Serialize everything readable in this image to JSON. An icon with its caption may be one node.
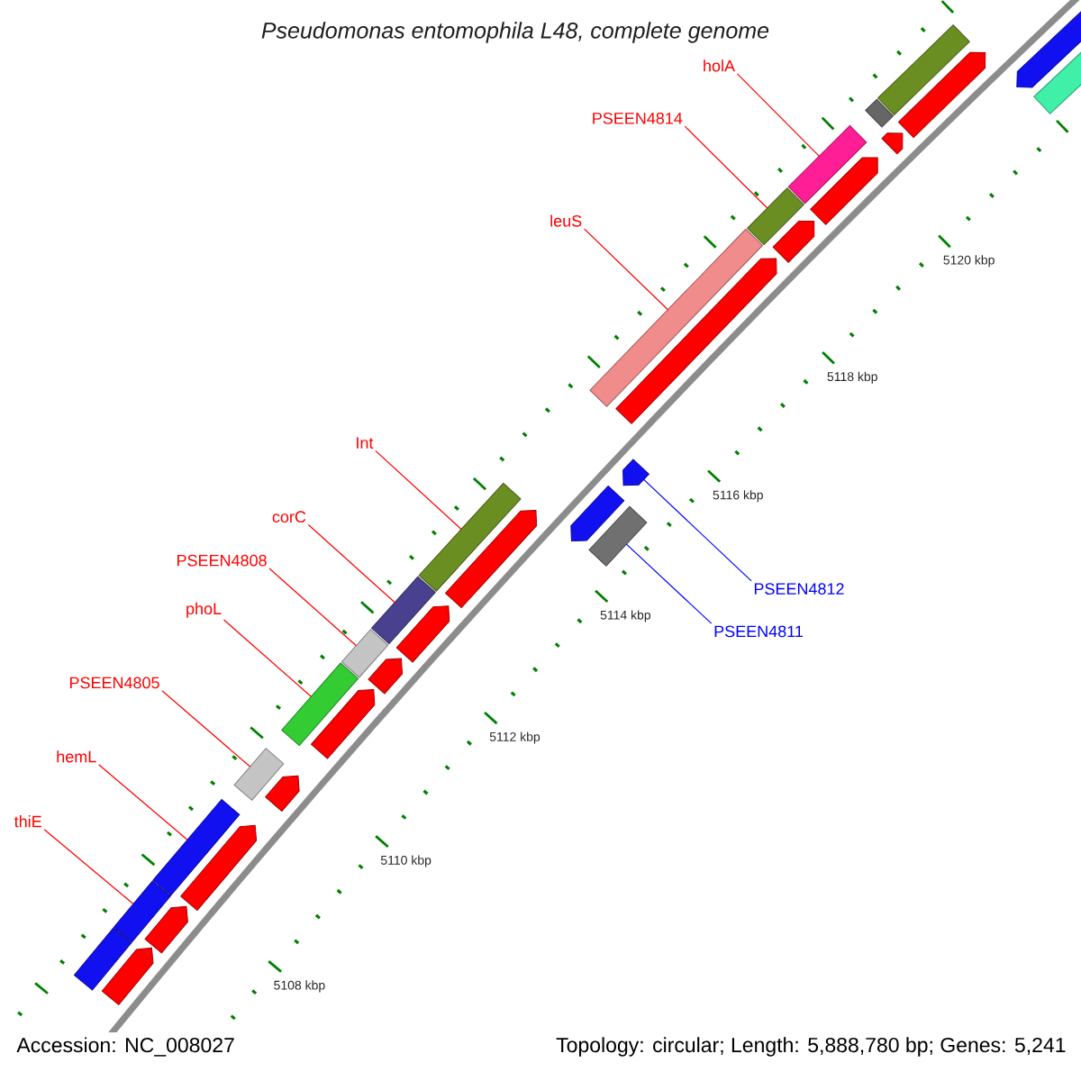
{
  "diagram": {
    "title": "Pseudomonas entomophila L48, complete genome",
    "nodes": [
      {
        "text": [
          "holA"
        ]
      },
      {
        "text": [
          "PSEEN4814"
        ]
      },
      {
        "text": [
          "leuS"
        ]
      },
      {
        "text": [
          "Int"
        ]
      },
      {
        "text": [
          "corC"
        ]
      },
      {
        "text": [
          "PSEEN4808"
        ]
      },
      {
        "text": [
          "PSEEN4812"
        ]
      },
      {
        "text": [
          "phoL"
        ]
      },
      {
        "text": [
          "PSEEN4811"
        ]
      },
      {
        "text": [
          "PSEEN4805"
        ]
      },
      {
        "text": [
          "hemL"
        ]
      },
      {
        "text": [
          "thiE"
        ]
      },
      {
        "text": [],
        "shape": "bar"
      },
      {
        "text": [],
        "shape": "bar"
      },
      {
        "text": [],
        "shape": "bar"
      },
      {
        "text": [],
        "shape": "bar"
      },
      {
        "text": [],
        "shape": "bar"
      },
      {
        "text": [],
        "shape": "bar"
      },
      {
        "text": [],
        "shape": "bar"
      },
      {
        "text": [],
        "shape": "bar"
      },
      {
        "text": [],
        "shape": "bar"
      },
      {
        "text": [],
        "shape": "bar"
      },
      {
        "text": [],
        "shape": "bar"
      },
      {
        "text": [],
        "shape": "bar"
      },
      {
        "text": [],
        "shape": "bar"
      },
      {
        "text": [],
        "shape": "pentagon"
      },
      {
        "text": [],
        "shape": "pentagon"
      },
      {
        "text": [],
        "shape": "pentagon"
      },
      {
        "text": [],
        "shape": "pentagon"
      },
      {
        "text": [],
        "shape": "pentagon"
      },
      {
        "text": [],
        "shape": "pentagon"
      },
      {
        "text": [],
        "shape": "pentagon"
      },
      {
        "text": [],
        "shape": "pentagon"
      },
      {
        "text": [],
        "shape": "pentagon"
      },
      {
        "text": [],
        "shape": "pentagon"
      },
      {
        "text": [],
        "shape": "pentagon"
      },
      {
        "text": [],
        "shape": "pentagon"
      },
      {
        "text": [],
        "shape": "pentagon"
      },
      {
        "text": [],
        "shape": "bar"
      },
      {
        "text": [],
        "shape": "pentagon"
      },
      {
        "text": [],
        "shape": "pentagon"
      },
      {
        "text": [],
        "shape": "pentagon"
      },
      {
        "text": [],
        "shape": "bar"
      }
    ],
    "edges": [
      {
        "from": 0,
        "to": 22,
        "arrow": "none"
      },
      {
        "from": 1,
        "to": 21,
        "arrow": "none"
      },
      {
        "from": 2,
        "to": 20,
        "arrow": "none"
      },
      {
        "from": 3,
        "to": 19,
        "arrow": "none"
      },
      {
        "from": 4,
        "to": 18,
        "arrow": "none"
      },
      {
        "from": 5,
        "to": 17,
        "arrow": "none"
      },
      {
        "from": 6,
        "to": 40,
        "arrow": "none",
        "color": "#0000ff"
      },
      {
        "from": 7,
        "to": 16,
        "arrow": "none"
      },
      {
        "from": 8,
        "to": 38,
        "arrow": "none",
        "color": "#0000ff"
      },
      {
        "from": 9,
        "to": 15,
        "arrow": "none"
      },
      {
        "from": 10,
        "to": 14,
        "arrow": "none"
      },
      {
        "from": 11,
        "to": 13,
        "arrow": "none"
      }
    ],
    "labels": [
      "5120 kbp",
      "5118 kbp",
      "5116 kbp",
      "5114 kbp",
      "5112 kbp",
      "5110 kbp",
      "5108 kbp",
      "Accession: NC_008027",
      "Topology: circular; Length: 5,888,780 bp; Genes: 5,241"
    ]
  }
}
